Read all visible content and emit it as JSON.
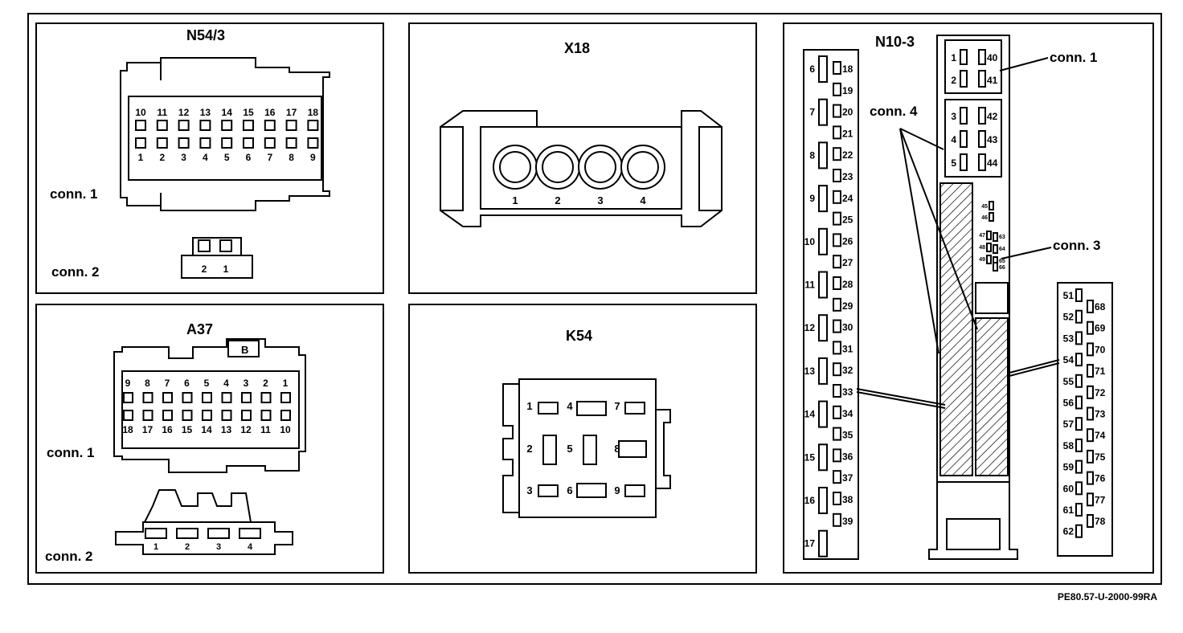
{
  "panels": {
    "n54_3": {
      "title": "N54/3",
      "conn1": "conn. 1",
      "conn2": "conn. 2",
      "top_pins": [
        "10",
        "11",
        "12",
        "13",
        "14",
        "15",
        "16",
        "17",
        "18"
      ],
      "bottom_pins": [
        "1",
        "2",
        "3",
        "4",
        "5",
        "6",
        "7",
        "8",
        "9"
      ],
      "conn2_pins": [
        "2",
        "1"
      ]
    },
    "x18": {
      "title": "X18",
      "pins": [
        "1",
        "2",
        "3",
        "4"
      ]
    },
    "a37": {
      "title": "A37",
      "conn1": "conn. 1",
      "conn2": "conn. 2",
      "badge": "B",
      "top_pins": [
        "9",
        "8",
        "7",
        "6",
        "5",
        "4",
        "3",
        "2",
        "1"
      ],
      "bottom_pins": [
        "18",
        "17",
        "16",
        "15",
        "14",
        "13",
        "12",
        "11",
        "10"
      ],
      "conn2_pins": [
        "1",
        "2",
        "3",
        "4"
      ]
    },
    "k54": {
      "title": "K54",
      "pins": [
        "1",
        "2",
        "3",
        "4",
        "5",
        "6",
        "7",
        "8",
        "9"
      ]
    },
    "n10_3": {
      "title": "N10-3",
      "conn1": "conn. 1",
      "conn3": "conn. 3",
      "conn4": "conn. 4",
      "strip_left_big": [
        "6",
        "7",
        "8",
        "9",
        "10",
        "11",
        "12",
        "13",
        "14",
        "15",
        "16",
        "17"
      ],
      "strip_left_small": [
        "18",
        "19",
        "20",
        "21",
        "22",
        "23",
        "24",
        "25",
        "26",
        "27",
        "28",
        "29",
        "30",
        "31",
        "32",
        "33",
        "34",
        "35",
        "36",
        "37",
        "38",
        "39"
      ],
      "conn1_pins": [
        "1",
        "40",
        "2",
        "41"
      ],
      "conn4_pins": [
        "3",
        "42",
        "4",
        "43",
        "5",
        "44"
      ],
      "conn3_pins": [
        "45",
        "46",
        "47",
        "63",
        "48",
        "64",
        "49",
        "65",
        "66"
      ],
      "strip_right_left": [
        "51",
        "52",
        "53",
        "54",
        "55",
        "56",
        "57",
        "58",
        "59",
        "60",
        "61",
        "62"
      ],
      "strip_right_right": [
        "68",
        "69",
        "70",
        "71",
        "72",
        "73",
        "74",
        "75",
        "76",
        "77",
        "78"
      ]
    }
  },
  "footer": "PE80.57-U-2000-99RA"
}
